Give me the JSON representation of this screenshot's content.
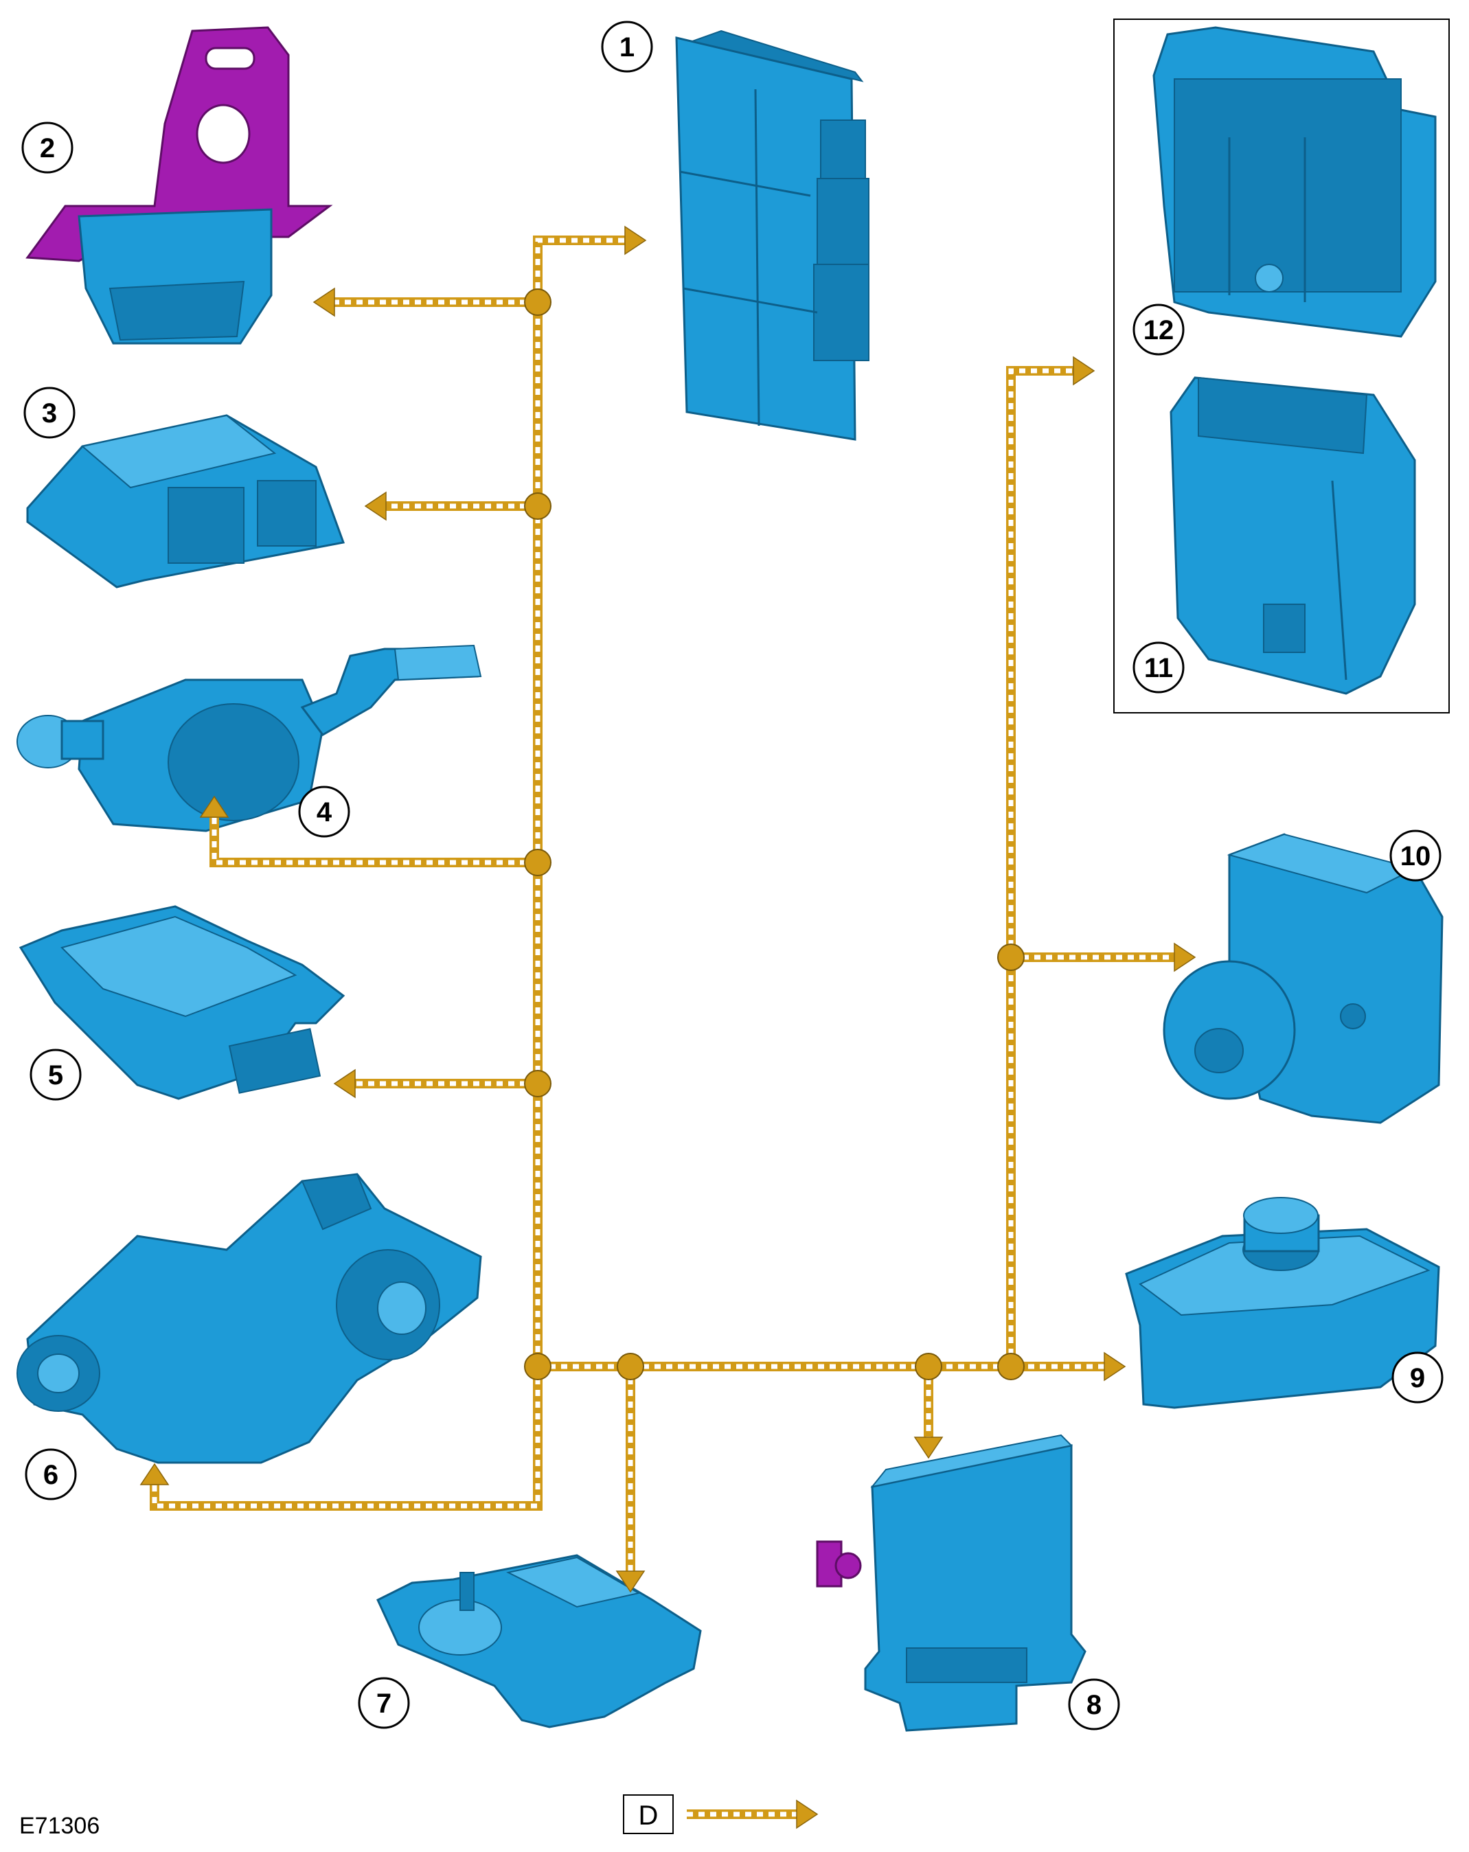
{
  "figure_id": "E71306",
  "callouts": {
    "c1": "1",
    "c2": "2",
    "c3": "3",
    "c4": "4",
    "c5": "5",
    "c6": "6",
    "c7": "7",
    "c8": "8",
    "c9": "9",
    "c10": "10",
    "c11": "11",
    "c12": "12"
  },
  "legend": {
    "key": "D"
  },
  "colors": {
    "bus": "#D19A17",
    "component": "#1E9BD7",
    "bracket": "#A21CAF"
  }
}
